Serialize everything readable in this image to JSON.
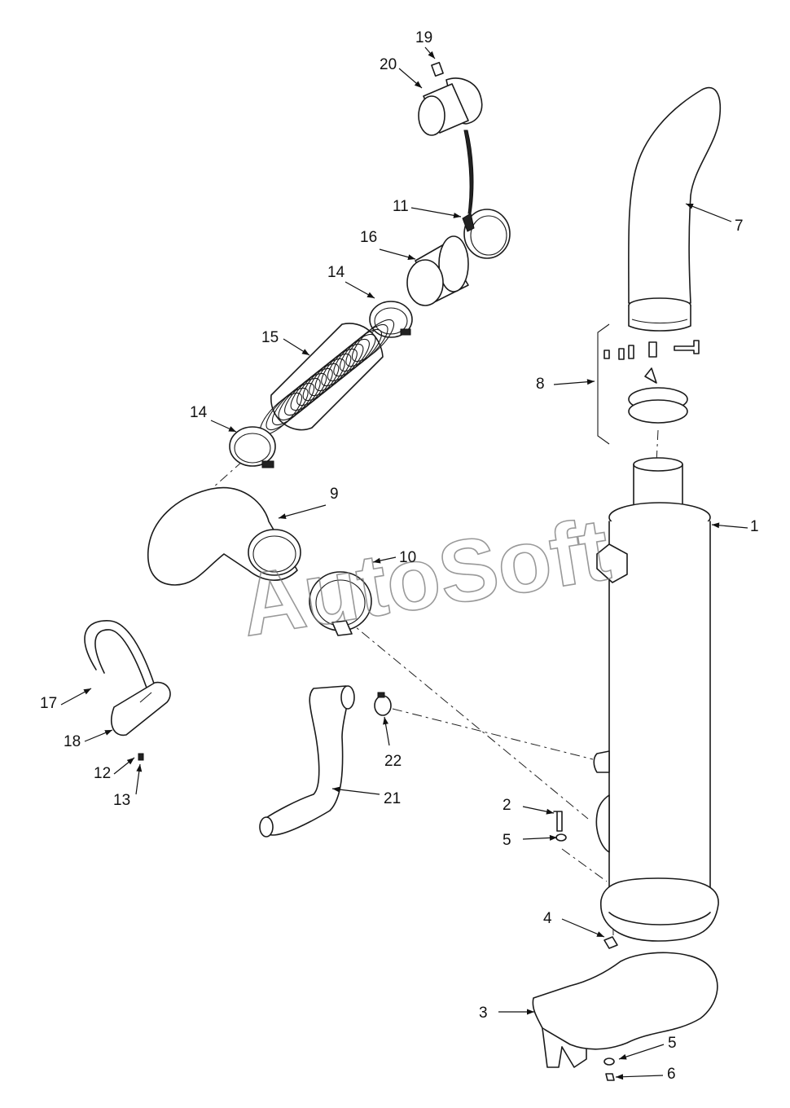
{
  "callouts": [
    {
      "id": "c19",
      "label": "19"
    },
    {
      "id": "c20",
      "label": "20"
    },
    {
      "id": "c11",
      "label": "11"
    },
    {
      "id": "c7",
      "label": "7"
    },
    {
      "id": "c16",
      "label": "16"
    },
    {
      "id": "c14a",
      "label": "14"
    },
    {
      "id": "c15",
      "label": "15"
    },
    {
      "id": "c8",
      "label": "8"
    },
    {
      "id": "c14b",
      "label": "14"
    },
    {
      "id": "c9",
      "label": "9"
    },
    {
      "id": "c1",
      "label": "1"
    },
    {
      "id": "c10",
      "label": "10"
    },
    {
      "id": "c17",
      "label": "17"
    },
    {
      "id": "c18",
      "label": "18"
    },
    {
      "id": "c12",
      "label": "12"
    },
    {
      "id": "c13",
      "label": "13"
    },
    {
      "id": "c22",
      "label": "22"
    },
    {
      "id": "c21",
      "label": "21"
    },
    {
      "id": "c2",
      "label": "2"
    },
    {
      "id": "c5a",
      "label": "5"
    },
    {
      "id": "c4",
      "label": "4"
    },
    {
      "id": "c3",
      "label": "3"
    },
    {
      "id": "c5b",
      "label": "5"
    },
    {
      "id": "c6",
      "label": "6"
    }
  ],
  "watermark": "AutoSoft"
}
